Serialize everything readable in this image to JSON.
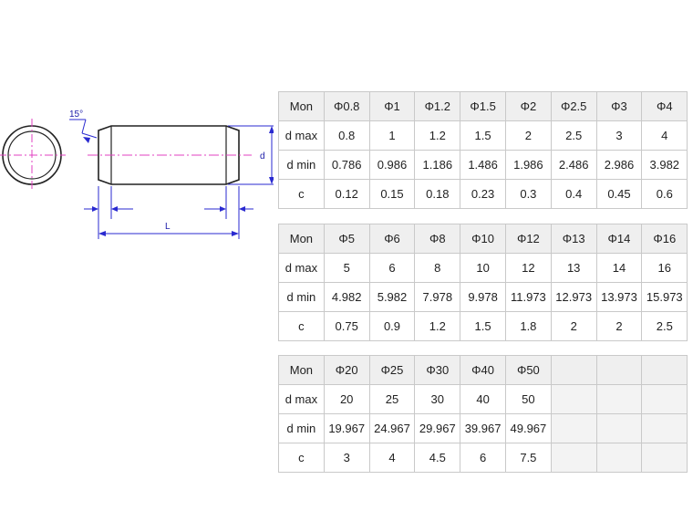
{
  "drawing": {
    "angle_label": "15°",
    "diameter_label": "d",
    "length_label": "L",
    "colors": {
      "outline": "#222222",
      "dimension": "#2a2ad0",
      "centerline": "#e040c0"
    }
  },
  "tables": [
    {
      "header": [
        "Mon",
        "Φ0.8",
        "Φ1",
        "Φ1.2",
        "Φ1.5",
        "Φ2",
        "Φ2.5",
        "Φ3",
        "Φ4"
      ],
      "rows": [
        [
          "d max",
          "0.8",
          "1",
          "1.2",
          "1.5",
          "2",
          "2.5",
          "3",
          "4"
        ],
        [
          "d min",
          "0.786",
          "0.986",
          "1.186",
          "1.486",
          "1.986",
          "2.486",
          "2.986",
          "3.982"
        ],
        [
          "c",
          "0.12",
          "0.15",
          "0.18",
          "0.23",
          "0.3",
          "0.4",
          "0.45",
          "0.6"
        ]
      ]
    },
    {
      "header": [
        "Mon",
        "Φ5",
        "Φ6",
        "Φ8",
        "Φ10",
        "Φ12",
        "Φ13",
        "Φ14",
        "Φ16"
      ],
      "rows": [
        [
          "d max",
          "5",
          "6",
          "8",
          "10",
          "12",
          "13",
          "14",
          "16"
        ],
        [
          "d min",
          "4.982",
          "5.982",
          "7.978",
          "9.978",
          "11.973",
          "12.973",
          "13.973",
          "15.973"
        ],
        [
          "c",
          "0.75",
          "0.9",
          "1.2",
          "1.5",
          "1.8",
          "2",
          "2",
          "2.5"
        ]
      ]
    },
    {
      "header": [
        "Mon",
        "Φ20",
        "Φ25",
        "Φ30",
        "Φ40",
        "Φ50",
        "",
        "",
        ""
      ],
      "rows": [
        [
          "d max",
          "20",
          "25",
          "30",
          "40",
          "50",
          "",
          "",
          ""
        ],
        [
          "d min",
          "19.967",
          "24.967",
          "29.967",
          "39.967",
          "49.967",
          "",
          "",
          ""
        ],
        [
          "c",
          "3",
          "4",
          "4.5",
          "6",
          "7.5",
          "",
          "",
          ""
        ]
      ]
    }
  ]
}
